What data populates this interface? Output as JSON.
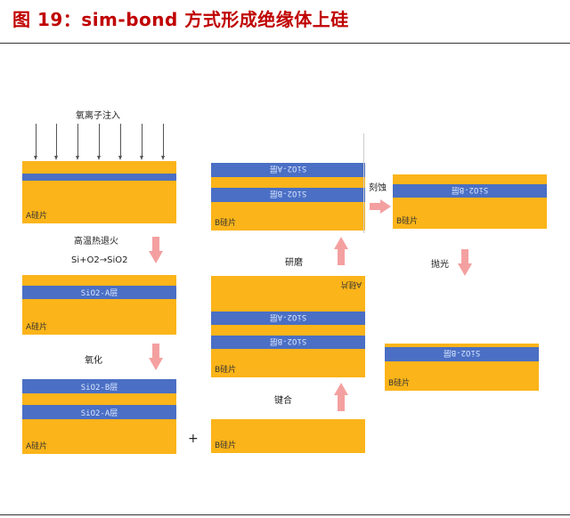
{
  "figure": {
    "title": "图 19：sim-bond 方式形成绝缘体上硅"
  },
  "steps": {
    "implant": "氧离子注入",
    "anneal": "高温热退火",
    "reaction": "Si+O2→SiO2",
    "oxidize": "氧化",
    "bond": "键合",
    "grind": "研磨",
    "etch": "刻蚀",
    "polish": "抛光",
    "plus": "+"
  },
  "wafers": {
    "a1": {
      "label": "A硅片"
    },
    "a2": {
      "label": "A硅片",
      "layer1": "SiO2-A层"
    },
    "a3": {
      "label": "A硅片",
      "layer1": "SiO2-B层",
      "layer2": "SiO2-A层"
    },
    "b1": {
      "label": "B硅片"
    },
    "bonded": {
      "label": "B硅片",
      "top_label": "A硅片",
      "layer1": "SiO2-A层",
      "layer2": "SiO2-B层"
    },
    "ground": {
      "label": "B硅片",
      "layer1": "SiO2-A层",
      "layer2": "SiO2-B层"
    },
    "etched": {
      "label": "B硅片",
      "layer1": "SiO2-B层"
    },
    "final": {
      "label": "B硅片",
      "layer1": "SiO2-B层"
    }
  },
  "colors": {
    "silicon": "#fbb419",
    "oxide": "#4a6fc4",
    "arrow": "#f4a0a0",
    "title": "#c00000"
  }
}
